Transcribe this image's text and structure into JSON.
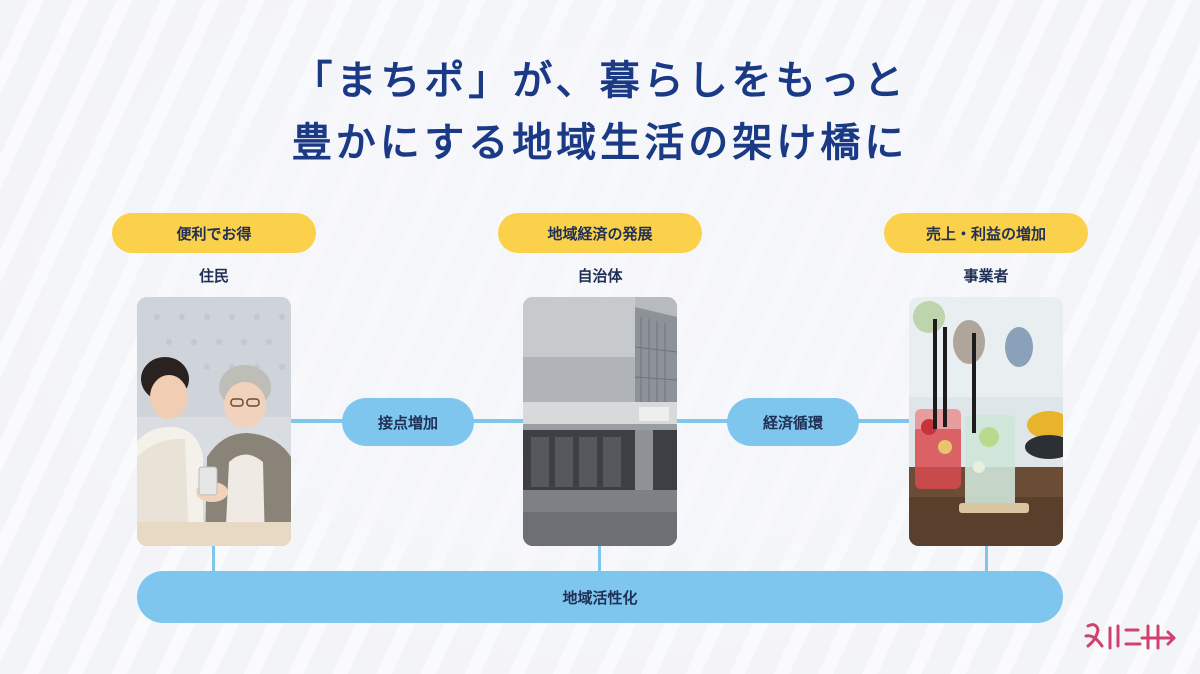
{
  "title": {
    "line1": "「まちポ」が、暮らしをもっと",
    "line2": "豊かにする地域生活の架け橋に"
  },
  "columns": [
    {
      "benefit": "便利でお得",
      "role": "住民",
      "photo": "residents-smartphone-photo"
    },
    {
      "benefit": "地域経済の発展",
      "role": "自治体",
      "photo": "city-hall-building-photo"
    },
    {
      "benefit": "売上・利益の増加",
      "role": "事業者",
      "photo": "cafe-drinks-photo"
    }
  ],
  "links": [
    {
      "label": "接点増加"
    },
    {
      "label": "経済循環"
    }
  ],
  "bottom": {
    "label": "地域活性化"
  },
  "colors": {
    "title": "#1b3a86",
    "yellow": "#fbd14b",
    "blue": "#7fc6ee",
    "logo": "#d0426e"
  }
}
